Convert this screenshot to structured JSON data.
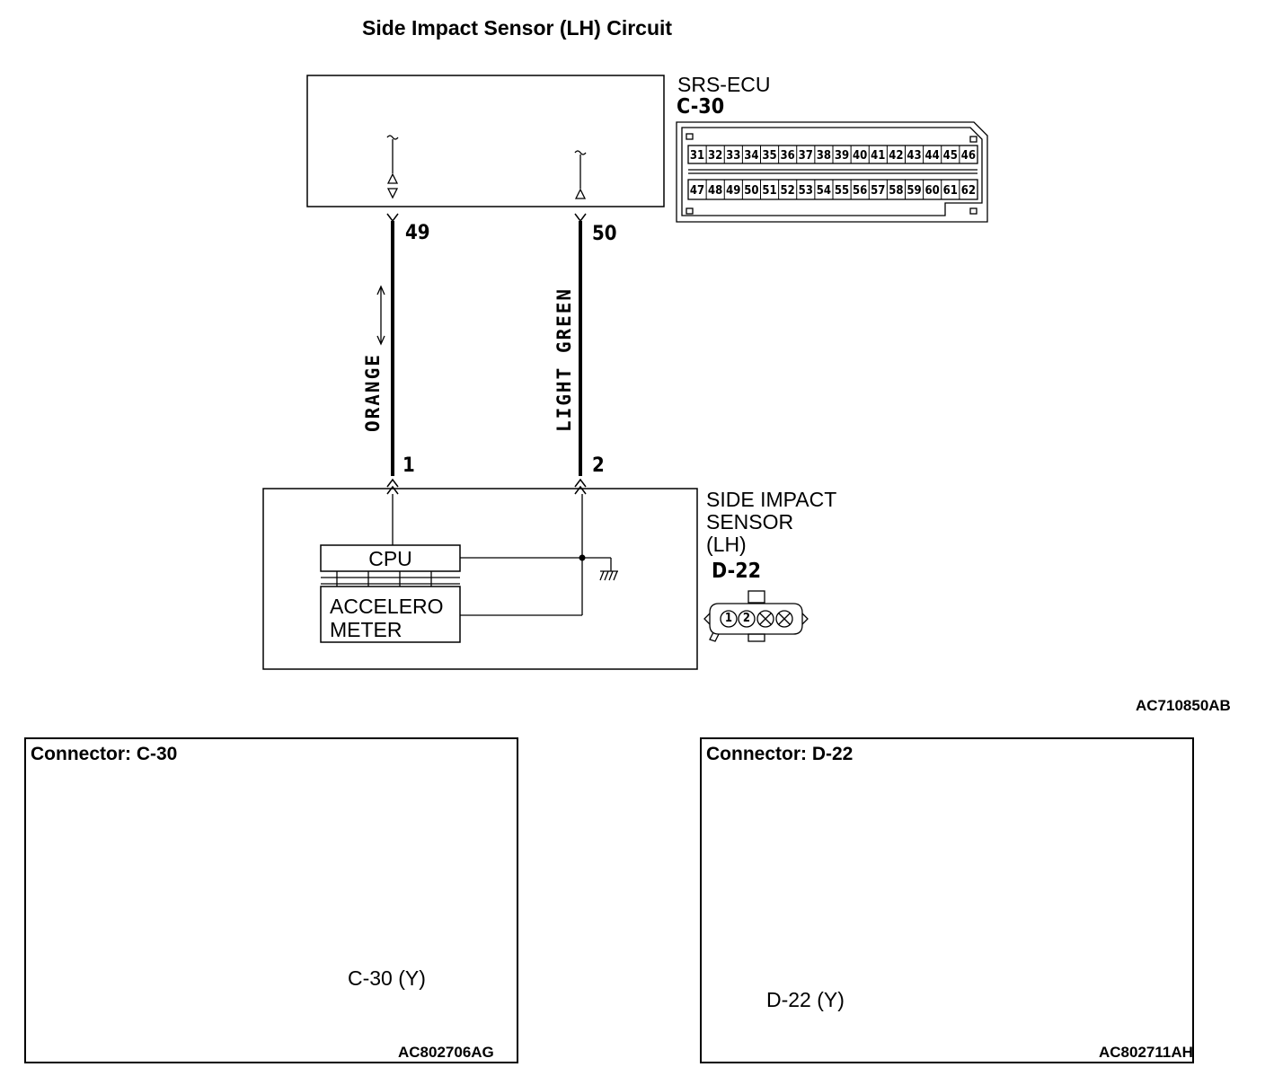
{
  "title": "Side Impact Sensor (LH) Circuit",
  "ecu": {
    "name": "SRS-ECU",
    "connector": "C-30",
    "pins_top": [
      "31",
      "32",
      "33",
      "34",
      "35",
      "36",
      "37",
      "38",
      "39",
      "40",
      "41",
      "42",
      "43",
      "44",
      "45",
      "46"
    ],
    "pins_bottom": [
      "47",
      "48",
      "49",
      "50",
      "51",
      "52",
      "53",
      "54",
      "55",
      "56",
      "57",
      "58",
      "59",
      "60",
      "61",
      "62"
    ]
  },
  "wires": [
    {
      "ecu_pin": "49",
      "sensor_pin": "1",
      "color": "ORANGE"
    },
    {
      "ecu_pin": "50",
      "sensor_pin": "2",
      "color": "LIGHT GREEN"
    }
  ],
  "sensor": {
    "name_line1": "SIDE IMPACT",
    "name_line2": "SENSOR",
    "name_line3": "(LH)",
    "connector": "D-22",
    "cpu_label": "CPU",
    "accel_line1": "ACCELERO",
    "accel_line2": "METER",
    "connector_pins": [
      "1",
      "2"
    ]
  },
  "diagram_ref": "AC710850AB",
  "panels": {
    "left": {
      "title": "Connector: C-30",
      "callout": "C-30 (Y)",
      "ref": "AC802706AG"
    },
    "right": {
      "title": "Connector: D-22",
      "callout": "D-22 (Y)",
      "ref": "AC802711AH"
    }
  }
}
